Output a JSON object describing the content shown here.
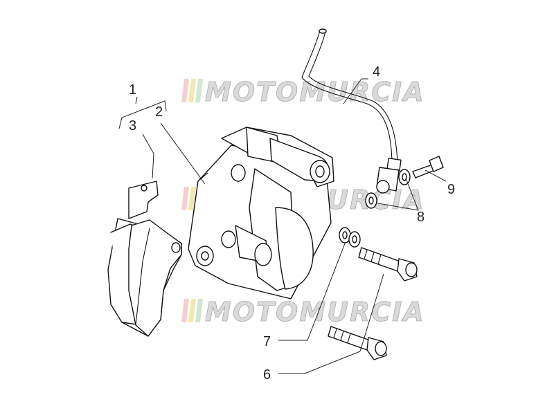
{
  "watermark": {
    "text": "MOTOMURCIA",
    "colors": {
      "stripe_1": "#f2c8c8",
      "stripe_2": "#f4e3a4",
      "stripe_3": "#c7e4c7",
      "text": "#d4d4d4",
      "outline": "#9a9a9a"
    }
  },
  "callouts": {
    "c1": "1",
    "c2": "2",
    "c3": "3",
    "c4": "4",
    "c6": "6",
    "c7": "7",
    "c8": "8",
    "c9": "9"
  }
}
